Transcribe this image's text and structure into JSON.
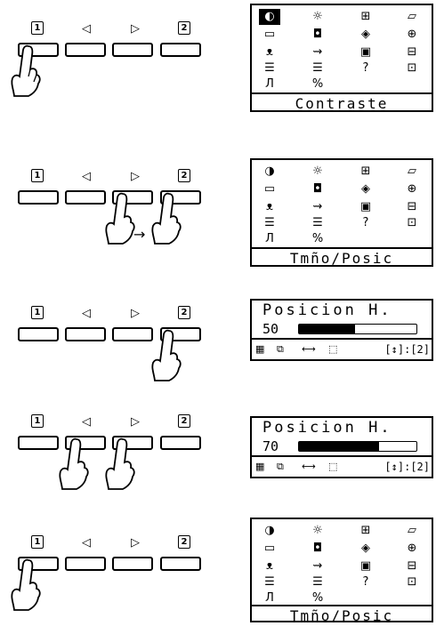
{
  "buttons": {
    "b1": "1",
    "left": "◁",
    "right": "▷",
    "b2": "2"
  },
  "panel1": {
    "caption": "Contraste",
    "icons": [
      "contrast-icon",
      "brightness-icon",
      "size-icon",
      "geometry-icon",
      "screen-icon",
      "save-icon",
      "input-icon",
      "reset-icon",
      "color-icon",
      "degauss-icon",
      "moire-icon",
      "osd-position-icon",
      "document-icon",
      "document2-icon",
      "language-icon",
      "power-icon",
      "sharpness-icon",
      "percent-icon"
    ]
  },
  "panel2": {
    "caption": "Tmño/Posic"
  },
  "panel3": {
    "title": "Posicion H.",
    "value": "50",
    "fill_fraction": 0.48,
    "hint": "[↕]:[2]"
  },
  "panel4": {
    "title": "Posicion H.",
    "value": "70",
    "fill_fraction": 0.68,
    "hint": "[↕]:[2]"
  },
  "panel5": {
    "caption": "Tmño/Posic"
  }
}
